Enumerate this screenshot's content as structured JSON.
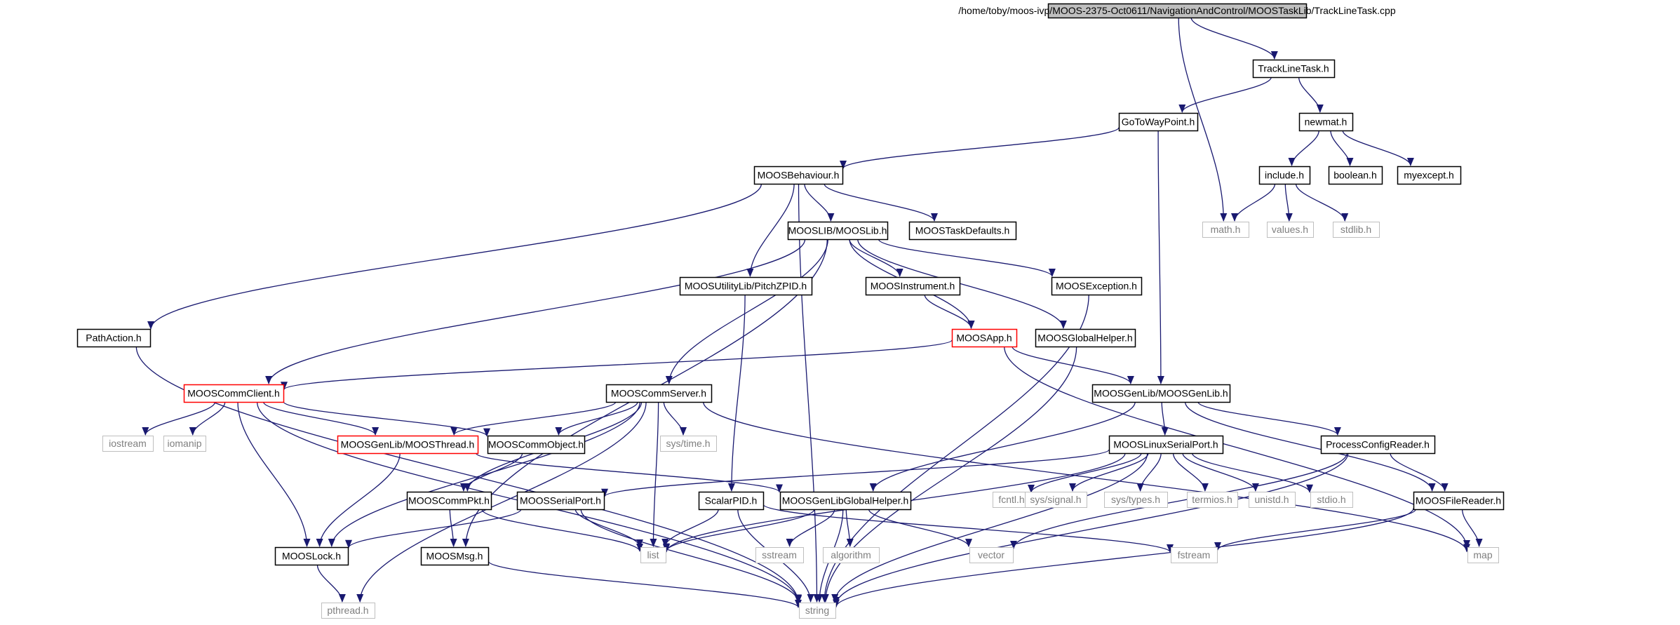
{
  "graph": {
    "colors": {
      "edge": "#191970",
      "box_border": "#000000",
      "red_border": "#ff0000",
      "gray_border": "#bfbfbf",
      "root_fill": "#bfbfbf",
      "gray_text": "#7f7f7f",
      "text": "#000000"
    },
    "nodes": [
      {
        "id": "root",
        "label": "/home/toby/moos-ivp/MOOS-2375-Oct0611/NavigationAndControl/MOOSTaskLib/TrackLineTask.cpp",
        "style": "root"
      },
      {
        "id": "tracklinetask_h",
        "label": "TrackLineTask.h",
        "style": "black"
      },
      {
        "id": "gotowaypoint",
        "label": "GoToWayPoint.h",
        "style": "black"
      },
      {
        "id": "newmat",
        "label": "newmat.h",
        "style": "black"
      },
      {
        "id": "moosbehaviour",
        "label": "MOOSBehaviour.h",
        "style": "black"
      },
      {
        "id": "include",
        "label": "include.h",
        "style": "black"
      },
      {
        "id": "boolean",
        "label": "boolean.h",
        "style": "black"
      },
      {
        "id": "myexcept",
        "label": "myexcept.h",
        "style": "black"
      },
      {
        "id": "math",
        "label": "math.h",
        "style": "gray"
      },
      {
        "id": "values",
        "label": "values.h",
        "style": "gray"
      },
      {
        "id": "stdlib",
        "label": "stdlib.h",
        "style": "gray"
      },
      {
        "id": "mooslib",
        "label": "MOOSLIB/MOOSLib.h",
        "style": "black"
      },
      {
        "id": "moostaskdefaults",
        "label": "MOOSTaskDefaults.h",
        "style": "black"
      },
      {
        "id": "pitchzpid",
        "label": "MOOSUtilityLib/PitchZPID.h",
        "style": "black"
      },
      {
        "id": "moosinstrument",
        "label": "MOOSInstrument.h",
        "style": "black"
      },
      {
        "id": "moosexception",
        "label": "MOOSException.h",
        "style": "black"
      },
      {
        "id": "pathaction",
        "label": "PathAction.h",
        "style": "black"
      },
      {
        "id": "moosapp",
        "label": "MOOSApp.h",
        "style": "red"
      },
      {
        "id": "moosglobalhelper",
        "label": "MOOSGlobalHelper.h",
        "style": "black"
      },
      {
        "id": "mooscommclient",
        "label": "MOOSCommClient.h",
        "style": "red"
      },
      {
        "id": "mooscommserver",
        "label": "MOOSCommServer.h",
        "style": "black"
      },
      {
        "id": "moosgenlib",
        "label": "MOOSGenLib/MOOSGenLib.h",
        "style": "black"
      },
      {
        "id": "iostream",
        "label": "iostream",
        "style": "gray"
      },
      {
        "id": "iomanip",
        "label": "iomanip",
        "style": "gray"
      },
      {
        "id": "moosthread",
        "label": "MOOSGenLib/MOOSThread.h",
        "style": "red"
      },
      {
        "id": "mooscommobject",
        "label": "MOOSCommObject.h",
        "style": "black"
      },
      {
        "id": "systime",
        "label": "sys/time.h",
        "style": "gray"
      },
      {
        "id": "mooslinuxserialport",
        "label": "MOOSLinuxSerialPort.h",
        "style": "black"
      },
      {
        "id": "processconfigreader",
        "label": "ProcessConfigReader.h",
        "style": "black"
      },
      {
        "id": "mooscommpkt",
        "label": "MOOSCommPkt.h",
        "style": "black"
      },
      {
        "id": "moosserialport",
        "label": "MOOSSerialPort.h",
        "style": "black"
      },
      {
        "id": "scalarpid",
        "label": "ScalarPID.h",
        "style": "black"
      },
      {
        "id": "moosgenlibglobalhelper",
        "label": "MOOSGenLibGlobalHelper.h",
        "style": "black"
      },
      {
        "id": "fcntl",
        "label": "fcntl.h",
        "style": "gray"
      },
      {
        "id": "syssignal",
        "label": "sys/signal.h",
        "style": "gray"
      },
      {
        "id": "systypes",
        "label": "sys/types.h",
        "style": "gray"
      },
      {
        "id": "termios",
        "label": "termios.h",
        "style": "gray"
      },
      {
        "id": "unistd",
        "label": "unistd.h",
        "style": "gray"
      },
      {
        "id": "stdio",
        "label": "stdio.h",
        "style": "gray"
      },
      {
        "id": "moosfilereader",
        "label": "MOOSFileReader.h",
        "style": "black"
      },
      {
        "id": "mooslock",
        "label": "MOOSLock.h",
        "style": "black"
      },
      {
        "id": "moosmsg",
        "label": "MOOSMsg.h",
        "style": "black"
      },
      {
        "id": "list",
        "label": "list",
        "style": "gray"
      },
      {
        "id": "sstream",
        "label": "sstream",
        "style": "gray"
      },
      {
        "id": "algorithm",
        "label": "algorithm",
        "style": "gray"
      },
      {
        "id": "vector",
        "label": "vector",
        "style": "gray"
      },
      {
        "id": "fstream",
        "label": "fstream",
        "style": "gray"
      },
      {
        "id": "map",
        "label": "map",
        "style": "gray"
      },
      {
        "id": "pthread",
        "label": "pthread.h",
        "style": "gray"
      },
      {
        "id": "string",
        "label": "string",
        "style": "gray"
      }
    ],
    "edges": [
      [
        "root",
        "tracklinetask_h"
      ],
      [
        "root",
        "math"
      ],
      [
        "tracklinetask_h",
        "gotowaypoint"
      ],
      [
        "tracklinetask_h",
        "newmat"
      ],
      [
        "gotowaypoint",
        "moosbehaviour"
      ],
      [
        "gotowaypoint",
        "moosgenlib"
      ],
      [
        "newmat",
        "include"
      ],
      [
        "newmat",
        "boolean"
      ],
      [
        "newmat",
        "myexcept"
      ],
      [
        "include",
        "math"
      ],
      [
        "include",
        "values"
      ],
      [
        "include",
        "stdlib"
      ],
      [
        "moosbehaviour",
        "mooslib"
      ],
      [
        "moosbehaviour",
        "moostaskdefaults"
      ],
      [
        "moosbehaviour",
        "pitchzpid"
      ],
      [
        "moosbehaviour",
        "pathaction"
      ],
      [
        "moosbehaviour",
        "string"
      ],
      [
        "mooslib",
        "moosinstrument"
      ],
      [
        "mooslib",
        "moosexception"
      ],
      [
        "mooslib",
        "moosapp"
      ],
      [
        "mooslib",
        "moosglobalhelper"
      ],
      [
        "mooslib",
        "mooscommclient"
      ],
      [
        "mooslib",
        "mooscommserver"
      ],
      [
        "mooslib",
        "moosmsg"
      ],
      [
        "moosinstrument",
        "moosapp"
      ],
      [
        "moosexception",
        "string"
      ],
      [
        "pitchzpid",
        "scalarpid"
      ],
      [
        "pathaction",
        "string"
      ],
      [
        "moosapp",
        "mooscommclient"
      ],
      [
        "moosapp",
        "moosgenlib"
      ],
      [
        "moosapp",
        "map"
      ],
      [
        "moosglobalhelper",
        "string"
      ],
      [
        "mooscommclient",
        "iostream"
      ],
      [
        "mooscommclient",
        "iomanip"
      ],
      [
        "mooscommclient",
        "moosthread"
      ],
      [
        "mooscommclient",
        "mooscommobject"
      ],
      [
        "mooscommclient",
        "mooslock"
      ],
      [
        "mooscommclient",
        "string"
      ],
      [
        "mooscommserver",
        "moosthread"
      ],
      [
        "mooscommserver",
        "mooscommobject"
      ],
      [
        "mooscommserver",
        "systime"
      ],
      [
        "mooscommserver",
        "mooscommpkt"
      ],
      [
        "mooscommserver",
        "mooslock"
      ],
      [
        "mooscommserver",
        "list"
      ],
      [
        "mooscommserver",
        "map"
      ],
      [
        "mooscommserver",
        "pthread"
      ],
      [
        "moosgenlib",
        "mooslinuxserialport"
      ],
      [
        "moosgenlib",
        "processconfigreader"
      ],
      [
        "moosgenlib",
        "moosgenlibglobalhelper"
      ],
      [
        "moosgenlib",
        "moosfilereader"
      ],
      [
        "moosthread",
        "mooslock"
      ],
      [
        "moosthread",
        "moosgenlibglobalhelper"
      ],
      [
        "mooscommobject",
        "mooscommpkt"
      ],
      [
        "mooslinuxserialport",
        "moosserialport"
      ],
      [
        "mooslinuxserialport",
        "fcntl"
      ],
      [
        "mooslinuxserialport",
        "syssignal"
      ],
      [
        "mooslinuxserialport",
        "systypes"
      ],
      [
        "mooslinuxserialport",
        "termios"
      ],
      [
        "mooslinuxserialport",
        "unistd"
      ],
      [
        "mooslinuxserialport",
        "stdio"
      ],
      [
        "mooslinuxserialport",
        "string"
      ],
      [
        "mooslinuxserialport",
        "list"
      ],
      [
        "processconfigreader",
        "moosfilereader"
      ],
      [
        "processconfigreader",
        "vector"
      ],
      [
        "processconfigreader",
        "string"
      ],
      [
        "mooscommpkt",
        "moosmsg"
      ],
      [
        "mooscommpkt",
        "list"
      ],
      [
        "moosserialport",
        "mooslock"
      ],
      [
        "moosserialport",
        "list"
      ],
      [
        "moosserialport",
        "string"
      ],
      [
        "scalarpid",
        "list"
      ],
      [
        "scalarpid",
        "fstream"
      ],
      [
        "scalarpid",
        "string"
      ],
      [
        "moosgenlibglobalhelper",
        "list"
      ],
      [
        "moosgenlibglobalhelper",
        "sstream"
      ],
      [
        "moosgenlibglobalhelper",
        "algorithm"
      ],
      [
        "moosgenlibglobalhelper",
        "vector"
      ],
      [
        "moosgenlibglobalhelper",
        "string"
      ],
      [
        "moosfilereader",
        "map"
      ],
      [
        "moosfilereader",
        "fstream"
      ],
      [
        "moosfilereader",
        "string"
      ],
      [
        "mooslock",
        "pthread"
      ],
      [
        "moosmsg",
        "string"
      ]
    ]
  }
}
